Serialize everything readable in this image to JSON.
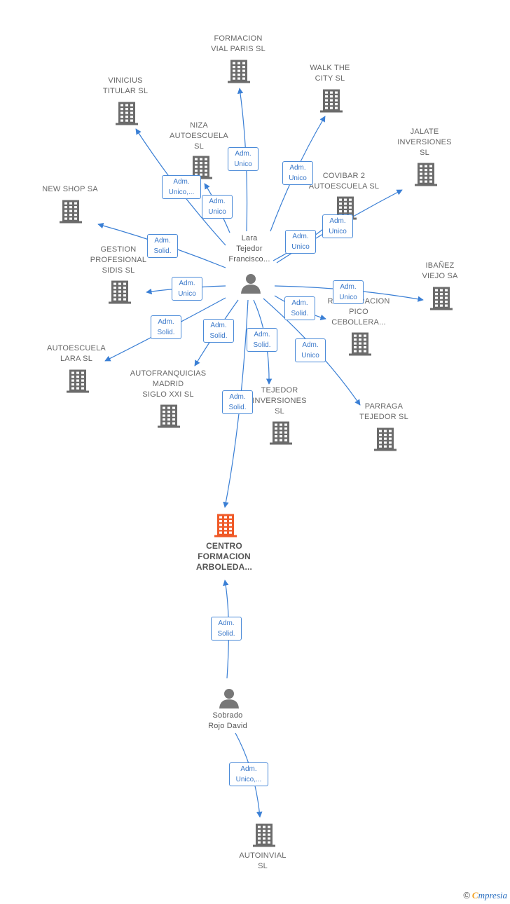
{
  "colors": {
    "edge": "#3a7fd5",
    "building": "#6b6b6b",
    "focus": "#f05a28",
    "person": "#777777"
  },
  "persons": [
    {
      "id": "lara",
      "label": "Lara\nTejedor\nFrancisco..."
    },
    {
      "id": "sobrado",
      "label": "Sobrado\nRojo David"
    }
  ],
  "companies": [
    {
      "id": "formacion",
      "label": "FORMACION\nVIAL PARIS  SL"
    },
    {
      "id": "walk",
      "label": "WALK THE\nCITY  SL"
    },
    {
      "id": "vinicius",
      "label": "VINICIUS\nTITULAR  SL"
    },
    {
      "id": "niza",
      "label": "NIZA\nAUTOESCUELA\nSL"
    },
    {
      "id": "jalate",
      "label": "JALATE\nINVERSIONES\nSL"
    },
    {
      "id": "covibar",
      "label": "COVIBAR 2\nAUTOESCUELA SL"
    },
    {
      "id": "newshop",
      "label": "NEW SHOP SA"
    },
    {
      "id": "gestion",
      "label": "GESTION\nPROFESIONAL\nSIDIS  SL"
    },
    {
      "id": "ibanez",
      "label": "IBAÑEZ\nVIEJO SA"
    },
    {
      "id": "restauracion",
      "label": "RESTAURACION\nPICO\nCEBOLLERA..."
    },
    {
      "id": "autolara",
      "label": "AUTOESCUELA\nLARA SL"
    },
    {
      "id": "autofranq",
      "label": "AUTOFRANQUICIAS\nMADRID\nSIGLO XXI  SL"
    },
    {
      "id": "tejedor",
      "label": "TEJEDOR\nINVERSIONES\nSL"
    },
    {
      "id": "parraga",
      "label": "PARRAGA\nTEJEDOR  SL"
    },
    {
      "id": "centro",
      "label": "CENTRO\nFORMACION\nARBOLEDA...",
      "focus": true
    },
    {
      "id": "autoinvial",
      "label": "AUTOINVIAL\nSL"
    }
  ],
  "edges": [
    {
      "from": "lara",
      "to": "formacion",
      "label": "Adm.\nUnico"
    },
    {
      "from": "lara",
      "to": "walk",
      "label": "Adm.\nUnico"
    },
    {
      "from": "lara",
      "to": "vinicius",
      "label": "Adm.\nUnico,..."
    },
    {
      "from": "lara",
      "to": "niza",
      "label": "Adm.\nUnico"
    },
    {
      "from": "lara",
      "to": "jalate",
      "label": "Adm.\nUnico"
    },
    {
      "from": "lara",
      "to": "covibar",
      "label": "Adm.\nUnico"
    },
    {
      "from": "lara",
      "to": "newshop",
      "label": "Adm.\nSolid."
    },
    {
      "from": "lara",
      "to": "gestion",
      "label": "Adm.\nUnico"
    },
    {
      "from": "lara",
      "to": "ibanez",
      "label": "Adm.\nUnico"
    },
    {
      "from": "lara",
      "to": "restauracion",
      "label": "Adm.\nSolid."
    },
    {
      "from": "lara",
      "to": "autolara",
      "label": "Adm.\nSolid."
    },
    {
      "from": "lara",
      "to": "autofranq",
      "label": "Adm.\nSolid."
    },
    {
      "from": "lara",
      "to": "tejedor",
      "label": "Adm.\nSolid."
    },
    {
      "from": "lara",
      "to": "parraga",
      "label": "Adm.\nUnico"
    },
    {
      "from": "lara",
      "to": "centro",
      "label": "Adm.\nSolid."
    },
    {
      "from": "sobrado",
      "to": "centro",
      "label": "Adm.\nSolid."
    },
    {
      "from": "sobrado",
      "to": "autoinvial",
      "label": "Adm.\nUnico,..."
    }
  ],
  "footer": {
    "copyright": "©",
    "brand_initial": "C",
    "brand_rest": "mpresia"
  }
}
